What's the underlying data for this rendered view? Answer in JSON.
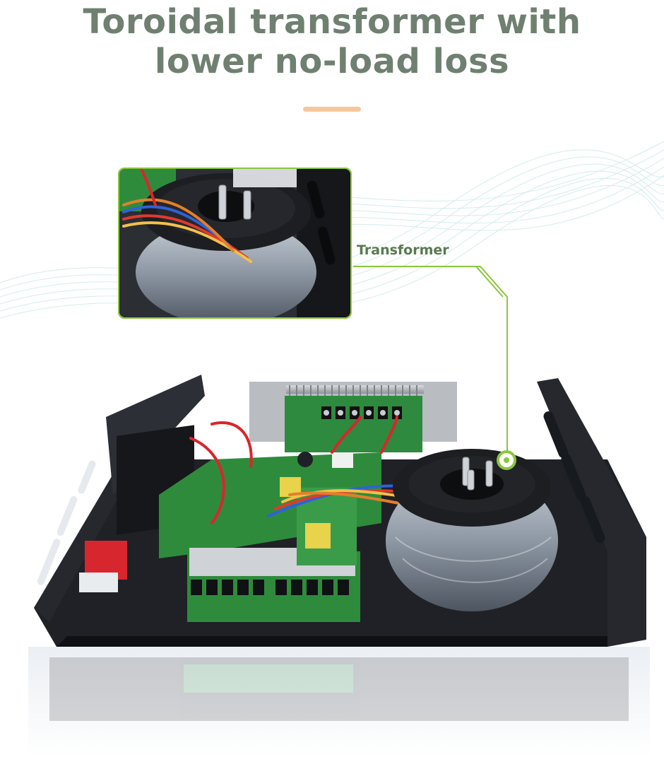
{
  "headline": {
    "line1": "Toroidal  transformer with",
    "line2": "lower no-load loss"
  },
  "callout": {
    "label": "Transformer"
  },
  "colors": {
    "headline": "#6f8070",
    "callout_text": "#5a7a4f",
    "accent_bar": "#f5c79a",
    "callout_frame": "#8cc63f",
    "callout_line": "#8cc63f",
    "wave": "#bfe3e3",
    "chassis": "#1f2126",
    "pcb": "#2e8a3e",
    "winding": "#9aa3ad",
    "background": "#ffffff"
  },
  "icons": {
    "callout_marker": "ring-dot-icon"
  }
}
